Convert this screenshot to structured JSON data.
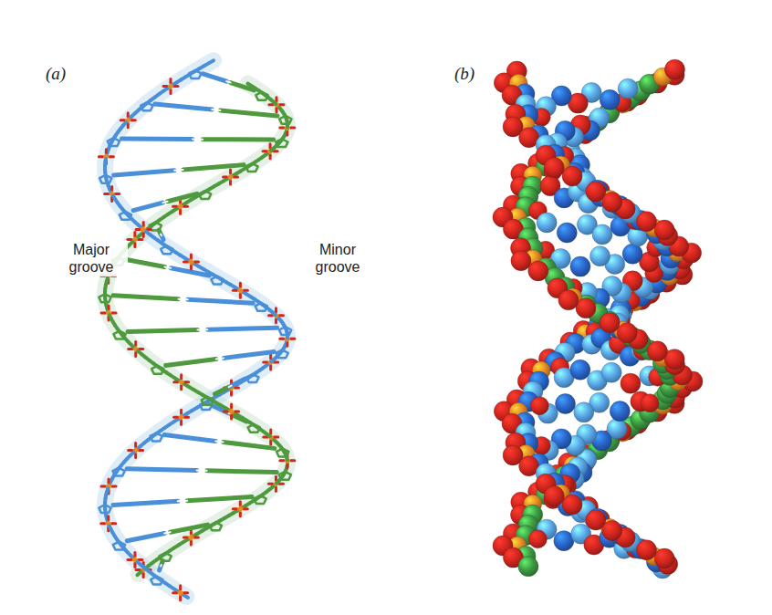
{
  "diagram": {
    "labels": [
      "(a)",
      "Major groove",
      "Minor groove",
      "(b)"
    ]
  }
}
